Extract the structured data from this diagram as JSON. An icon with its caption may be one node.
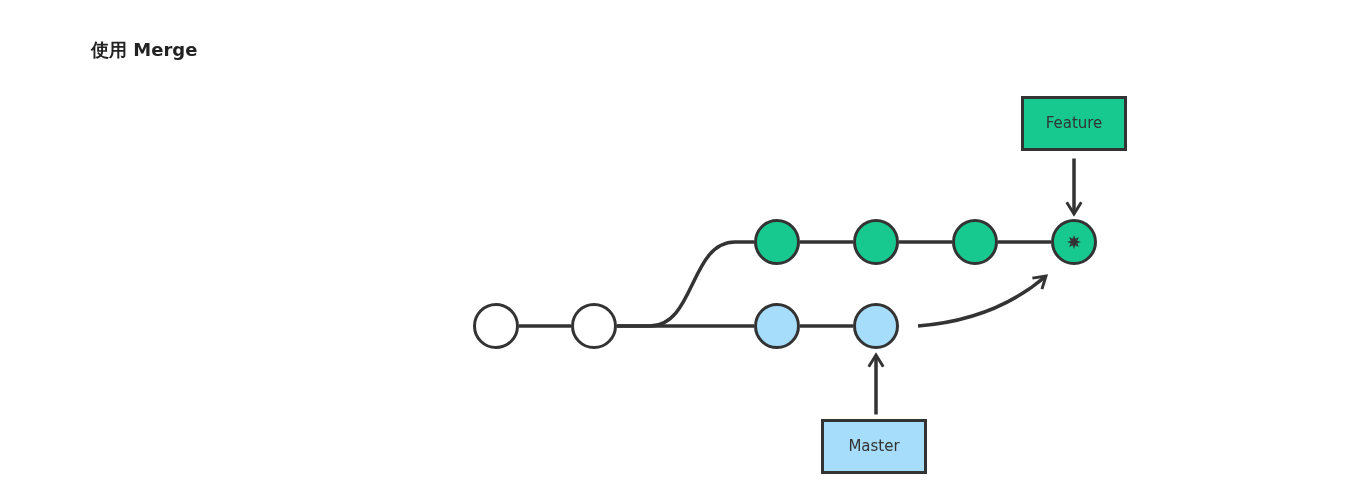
{
  "diagram": {
    "title": "使用 Merge",
    "nodes": [
      {
        "text": [
          "Feature"
        ]
      },
      {
        "text": [],
        "shape": "circle"
      },
      {
        "text": [],
        "shape": "circle"
      },
      {
        "text": [],
        "shape": "circle"
      },
      {
        "text": [],
        "shape": "circle"
      },
      {
        "text": [],
        "shape": "circle"
      },
      {
        "text": [],
        "shape": "circle"
      },
      {
        "text": [],
        "shape": "circle"
      },
      {
        "text": [],
        "shape": "circle"
      },
      {
        "text": [
          "Master"
        ]
      }
    ],
    "edges": [
      {
        "from": 5,
        "to": 6,
        "arrow": "none"
      },
      {
        "from": 6,
        "to": 1,
        "arrow": "none"
      },
      {
        "from": 1,
        "to": 2,
        "arrow": "none"
      },
      {
        "from": 2,
        "to": 3,
        "arrow": "none"
      },
      {
        "from": 3,
        "to": 4,
        "arrow": "none"
      },
      {
        "from": 6,
        "to": 7,
        "arrow": "none"
      },
      {
        "from": 7,
        "to": 8,
        "arrow": "none"
      },
      {
        "from": 8,
        "to": 4,
        "arrow": "to"
      },
      {
        "from": 0,
        "to": 4,
        "arrow": "to"
      },
      {
        "from": 9,
        "to": 8,
        "arrow": "to"
      }
    ]
  }
}
